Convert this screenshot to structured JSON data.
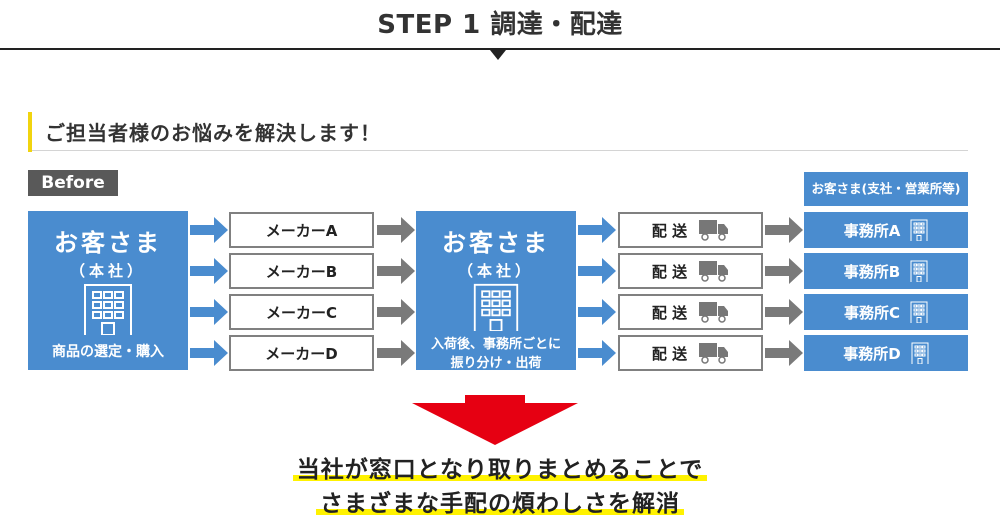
{
  "header": {
    "step_title": "STEP 1 調達・配達"
  },
  "section": {
    "title": "ご担当者様のお悩みを解決します！",
    "accent_color": "#f1d40f"
  },
  "before_label": "Before",
  "colors": {
    "blue": "#4a8ccf",
    "gray_arrow": "#7a7a7a",
    "red_arrow": "#e60012",
    "highlight": "#fff200"
  },
  "customer_hq": {
    "title": "お客さま",
    "subtitle": "（本社）",
    "caption": "商品の選定・購入",
    "icon": "building-icon"
  },
  "makers": [
    {
      "label": "メーカーA"
    },
    {
      "label": "メーカーB"
    },
    {
      "label": "メーカーC"
    },
    {
      "label": "メーカーD"
    }
  ],
  "customer_hq2": {
    "title": "お客さま",
    "subtitle": "（本社）",
    "caption_line1": "入荷後、事務所ごとに",
    "caption_line2": "振り分け・出荷",
    "icon": "building-icon"
  },
  "deliveries": [
    {
      "label": "配 送",
      "icon": "truck-icon"
    },
    {
      "label": "配 送",
      "icon": "truck-icon"
    },
    {
      "label": "配 送",
      "icon": "truck-icon"
    },
    {
      "label": "配 送",
      "icon": "truck-icon"
    }
  ],
  "offices_header": "お客さま(支社・営業所等)",
  "offices": [
    {
      "label": "事務所A",
      "icon": "building-icon"
    },
    {
      "label": "事務所B",
      "icon": "building-icon"
    },
    {
      "label": "事務所C",
      "icon": "building-icon"
    },
    {
      "label": "事務所D",
      "icon": "building-icon"
    }
  ],
  "conclusion": {
    "line1": "当社が窓口となり取りまとめることで",
    "line2": "さまざまな手配の煩わしさを解消"
  }
}
